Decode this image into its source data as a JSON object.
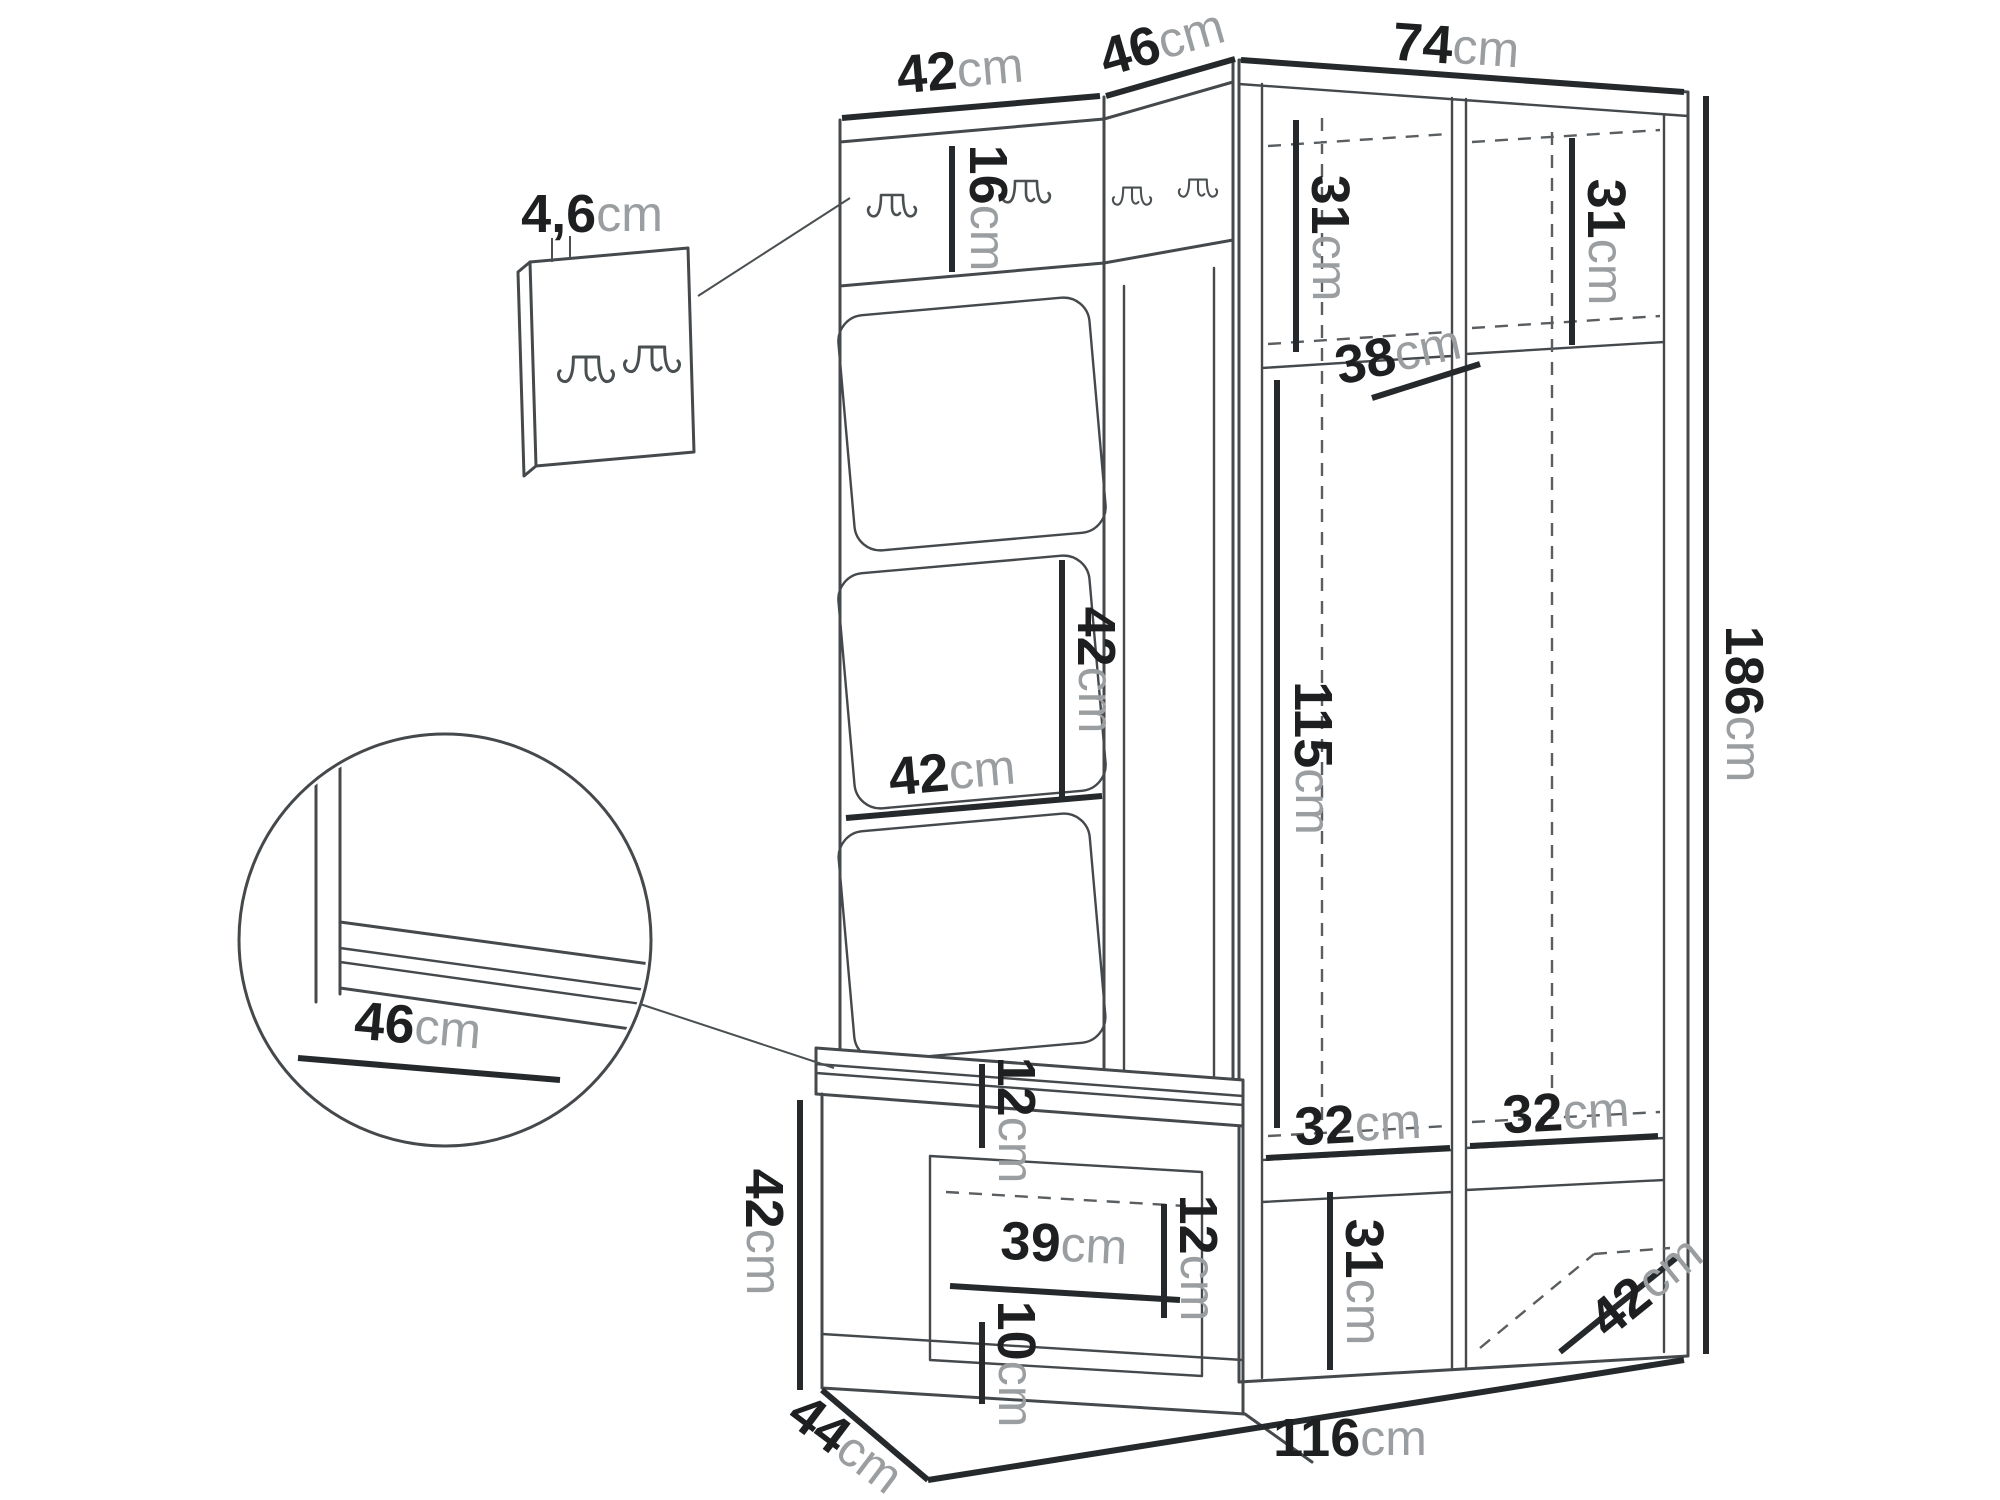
{
  "diagram": {
    "kind": "furniture-dimension-diagram",
    "background": "#ffffff",
    "line_color": "#45494c",
    "number_color": "#1d1f20",
    "unit_color": "#9b9ea0"
  },
  "icons": {
    "hook": "double-coat-hook"
  },
  "dims": {
    "panel_top_width": {
      "value": "42",
      "unit": "cm"
    },
    "corner_top_width": {
      "value": "46",
      "unit": "cm"
    },
    "wardrobe_top_width": {
      "value": "74",
      "unit": "cm"
    },
    "hook_panel_thickness": {
      "value": "4,6",
      "unit": "cm"
    },
    "hook_board_height": {
      "value": "16",
      "unit": "cm"
    },
    "left_shelf_height": {
      "value": "31",
      "unit": "cm"
    },
    "right_shelf_height": {
      "value": "31",
      "unit": "cm"
    },
    "rail_length": {
      "value": "38",
      "unit": "cm"
    },
    "panel_square_height": {
      "value": "42",
      "unit": "cm"
    },
    "panel_square_width": {
      "value": "42",
      "unit": "cm"
    },
    "interior_height": {
      "value": "115",
      "unit": "cm"
    },
    "total_height": {
      "value": "186",
      "unit": "cm"
    },
    "seat_depth": {
      "value": "46",
      "unit": "cm"
    },
    "cabinet_height": {
      "value": "42",
      "unit": "cm"
    },
    "seat_thickness": {
      "value": "12",
      "unit": "cm"
    },
    "shoe_shelf_width": {
      "value": "39",
      "unit": "cm"
    },
    "shoe_shelf_height": {
      "value": "12",
      "unit": "cm"
    },
    "plinth_height": {
      "value": "10",
      "unit": "cm"
    },
    "left_base_width": {
      "value": "32",
      "unit": "cm"
    },
    "right_base_width": {
      "value": "32",
      "unit": "cm"
    },
    "drawer_height": {
      "value": "31",
      "unit": "cm"
    },
    "base_depth": {
      "value": "42",
      "unit": "cm"
    },
    "unit_depth": {
      "value": "44",
      "unit": "cm"
    },
    "unit_width": {
      "value": "116",
      "unit": "cm"
    }
  }
}
